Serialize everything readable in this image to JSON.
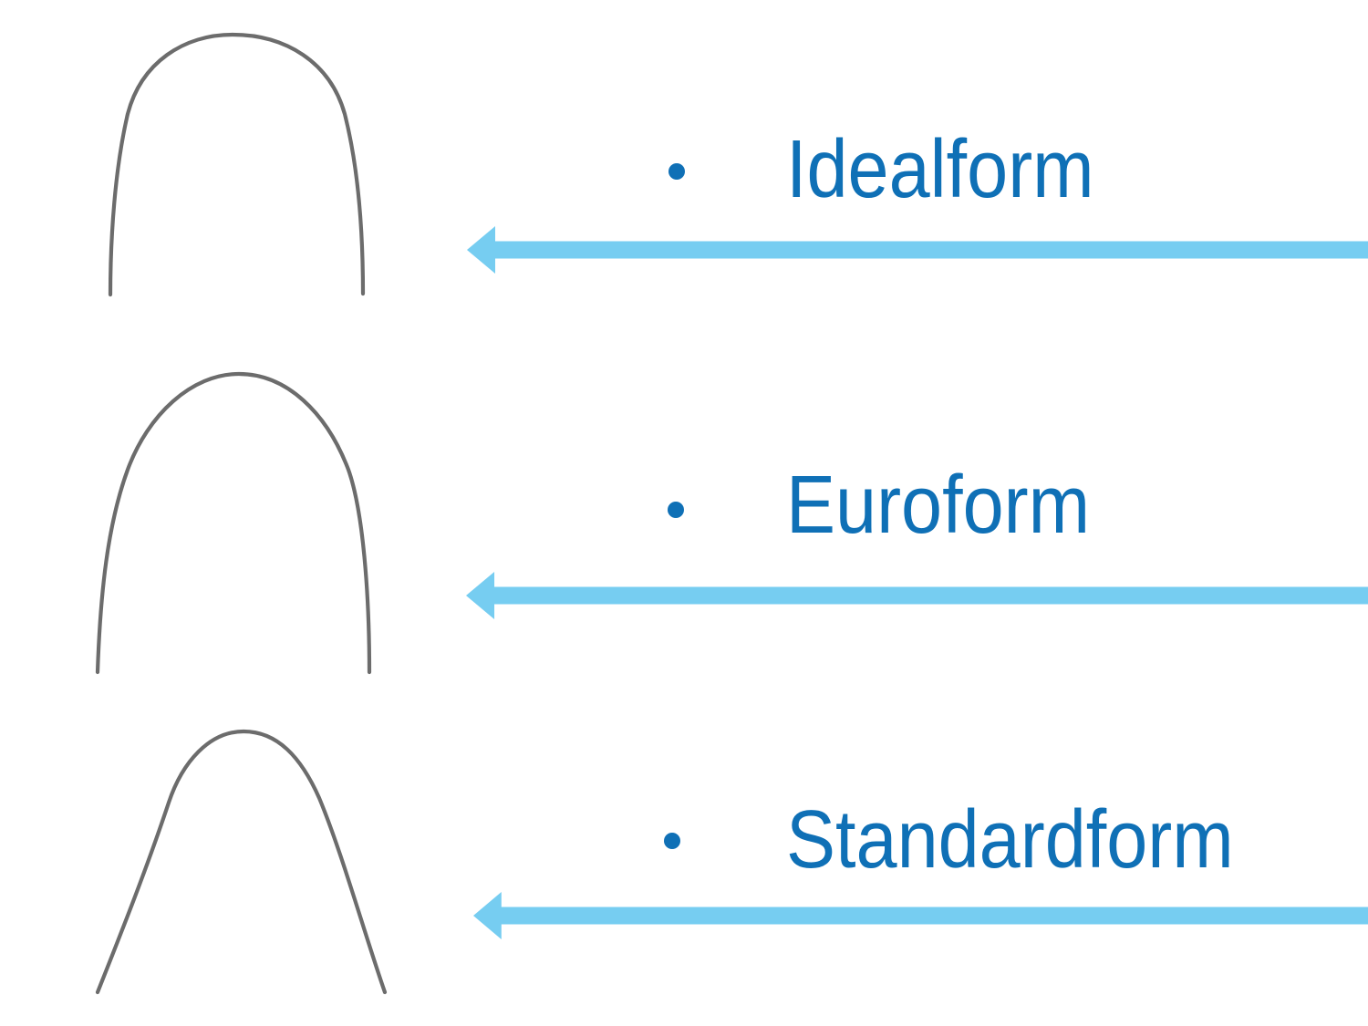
{
  "slide": {
    "colors": {
      "background": "#ffffff",
      "label": "#0f70b6",
      "bullet": "#0f70b6",
      "arrow": "#76cdf1",
      "wire": "#5f5f5f"
    },
    "items": [
      {
        "label": "Idealform",
        "image": "idealform-archwire"
      },
      {
        "label": "Euroform",
        "image": "euroform-archwire"
      },
      {
        "label": "Standardform",
        "image": "standardform-archwire"
      }
    ]
  }
}
